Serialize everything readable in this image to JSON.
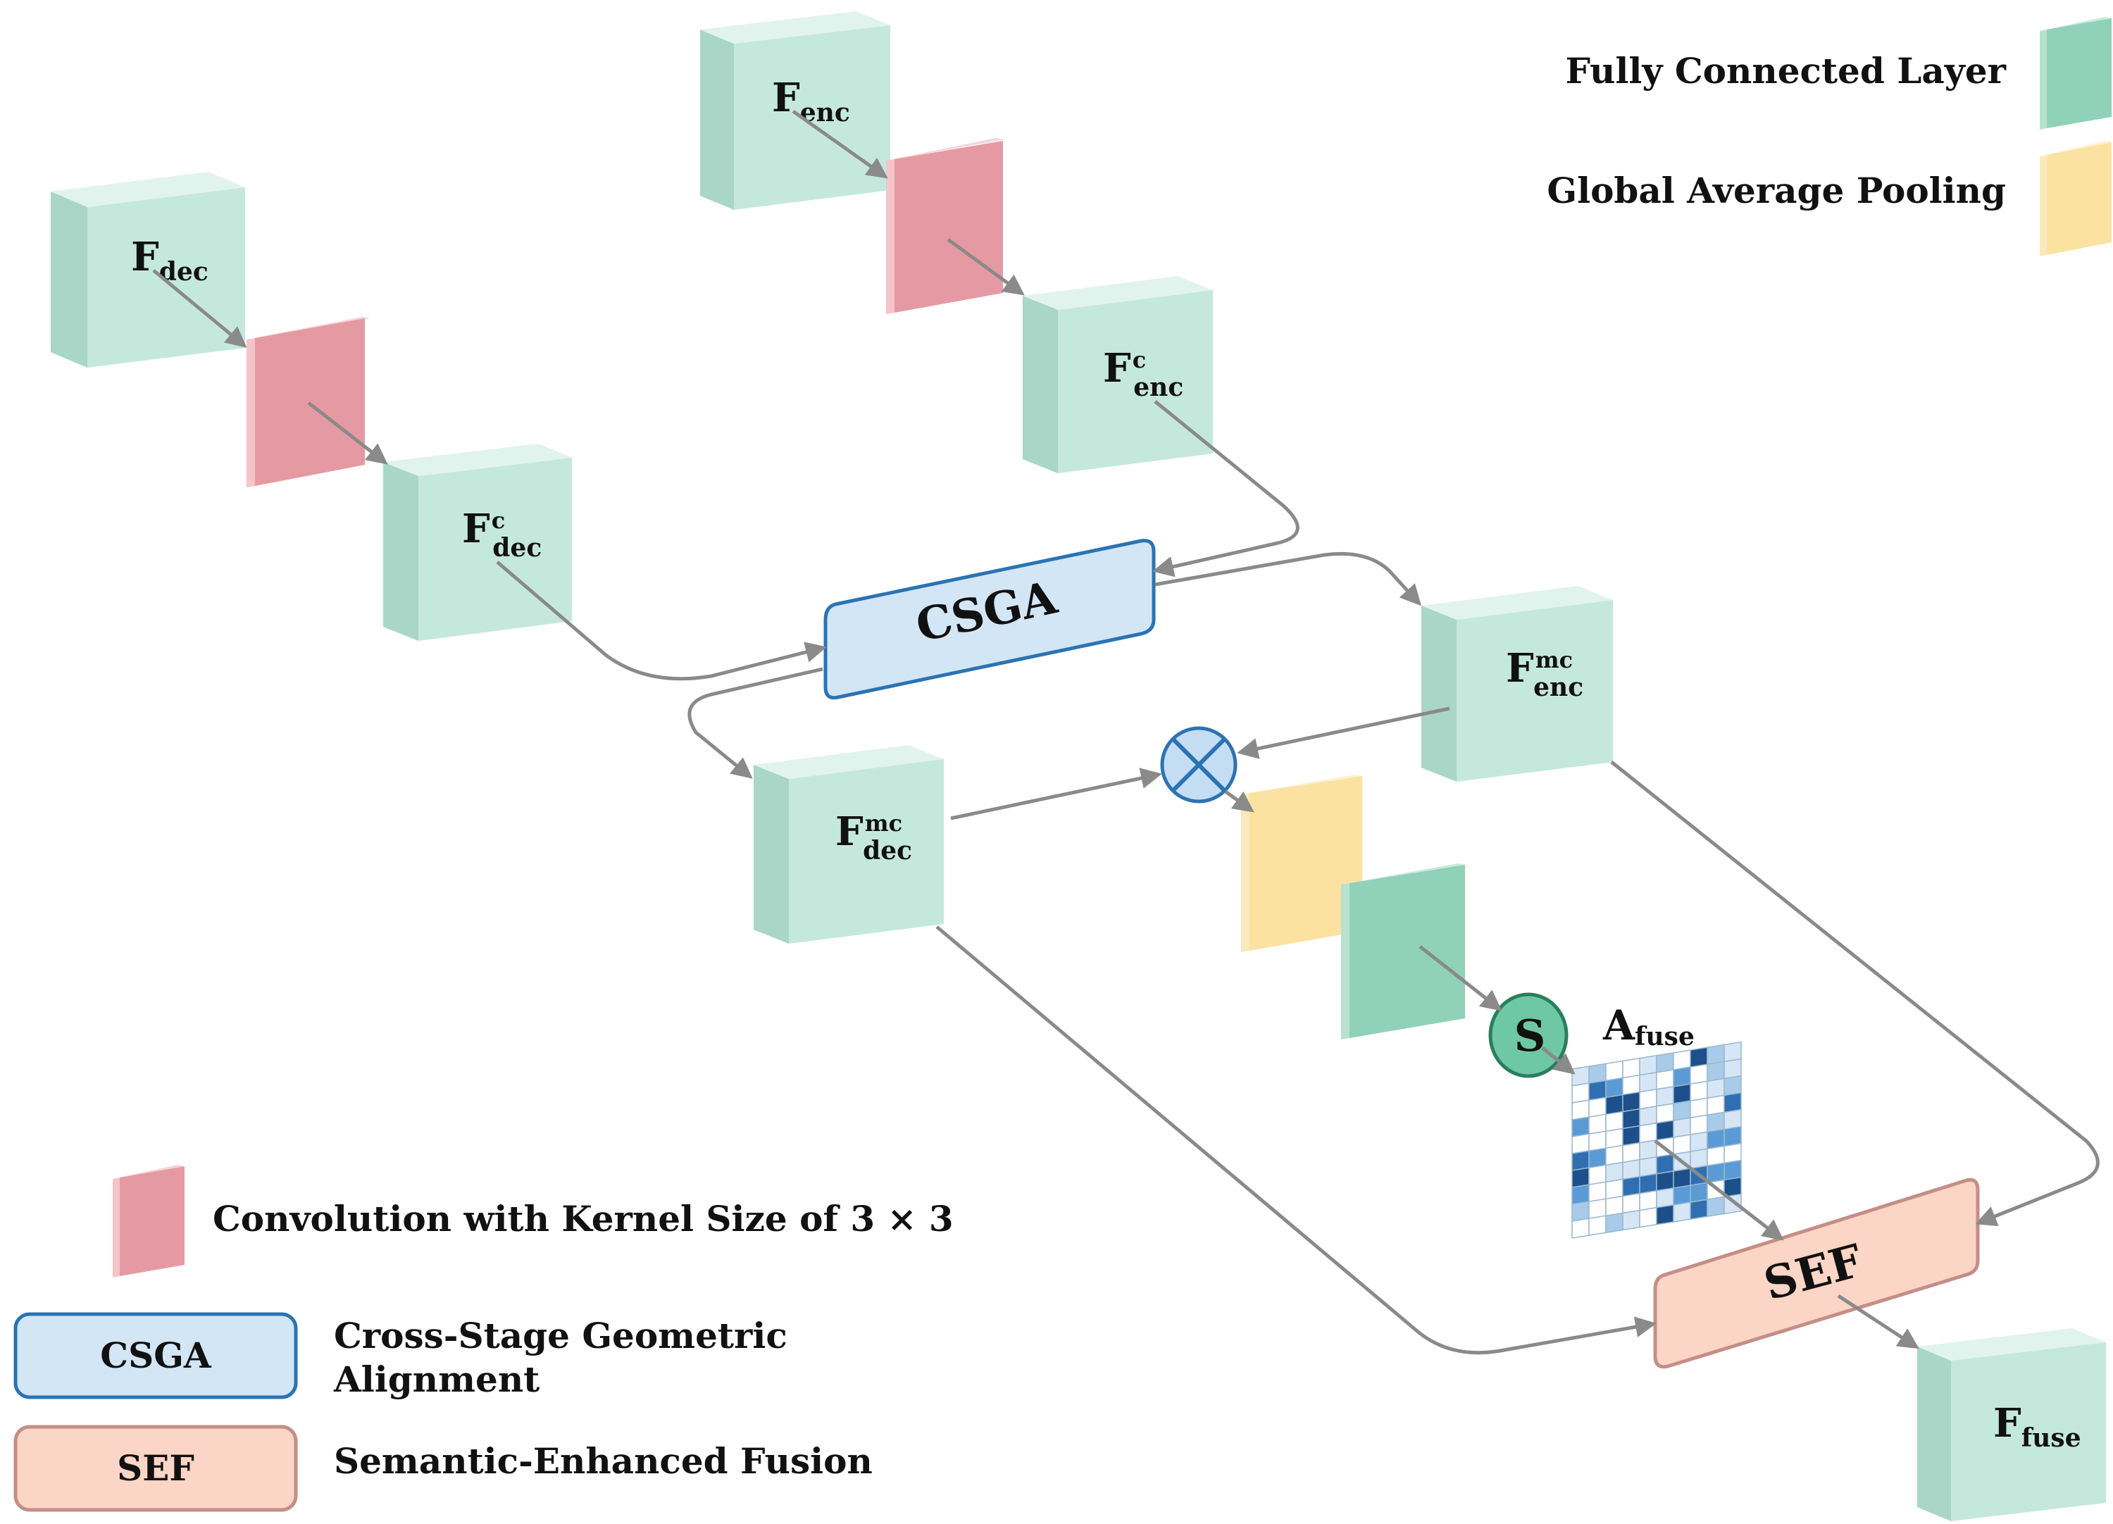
{
  "nodes": {
    "f_dec": {
      "main": "F",
      "sub": "dec",
      "sup": ""
    },
    "f_dec_c": {
      "main": "F",
      "sub": "dec",
      "sup": "c"
    },
    "f_enc": {
      "main": "F",
      "sub": "enc",
      "sup": ""
    },
    "f_enc_c": {
      "main": "F",
      "sub": "enc",
      "sup": "c"
    },
    "f_enc_mc": {
      "main": "F",
      "sub": "enc",
      "sup": "mc"
    },
    "f_dec_mc": {
      "main": "F",
      "sub": "dec",
      "sup": "mc"
    },
    "f_fuse": {
      "main": "F",
      "sub": "fuse",
      "sup": ""
    },
    "a_fuse": {
      "main": "A",
      "sub": "fuse"
    },
    "csga_block": "CSGA",
    "sef_block": "SEF",
    "softmax_symbol": "S"
  },
  "legend": {
    "fc": "Fully Connected Layer",
    "gap": "Global Average Pooling",
    "conv": "Convolution with Kernel Size of  3 × 3",
    "csga_key": "CSGA",
    "csga_desc_1": "Cross-Stage Geometric",
    "csga_desc_2": "Alignment",
    "sef_key": "SEF",
    "sef_desc": "Semantic-Enhanced Fusion"
  },
  "colors": {
    "cube_front": "#c5e8dd",
    "cube_top": "#e1f3ed",
    "cube_side": "#a9d6c7",
    "conv": "#e59aa3",
    "fc": "#8fd1b9",
    "gap": "#fbe2a1",
    "csga_fill": "#d3e6f6",
    "csga_stroke": "#2b73b3",
    "sef_fill": "#fbd5c5",
    "sef_stroke": "#c48e86",
    "arrow": "#8a8a8a",
    "softmax": "#6ec7a5"
  }
}
